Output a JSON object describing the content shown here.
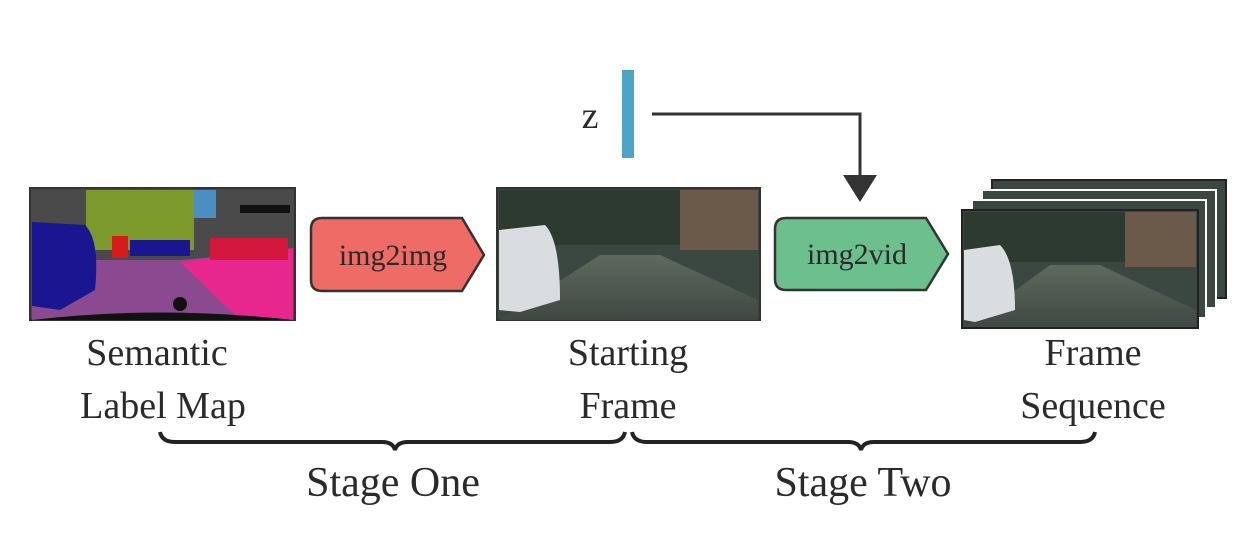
{
  "latent": {
    "label": "z",
    "color": "#4ba3c7"
  },
  "stage_one": {
    "input_label_line1": "Semantic",
    "input_label_line2": "Label Map",
    "model": {
      "label": "img2img",
      "color": "#ee6b66"
    },
    "output_label_line1": "Starting",
    "output_label_line2": "Frame",
    "title": "Stage One"
  },
  "stage_two": {
    "model": {
      "label": "img2vid",
      "color": "#6cc08e"
    },
    "output_label_line1": "Frame",
    "output_label_line2": "Sequence",
    "title": "Stage Two"
  }
}
